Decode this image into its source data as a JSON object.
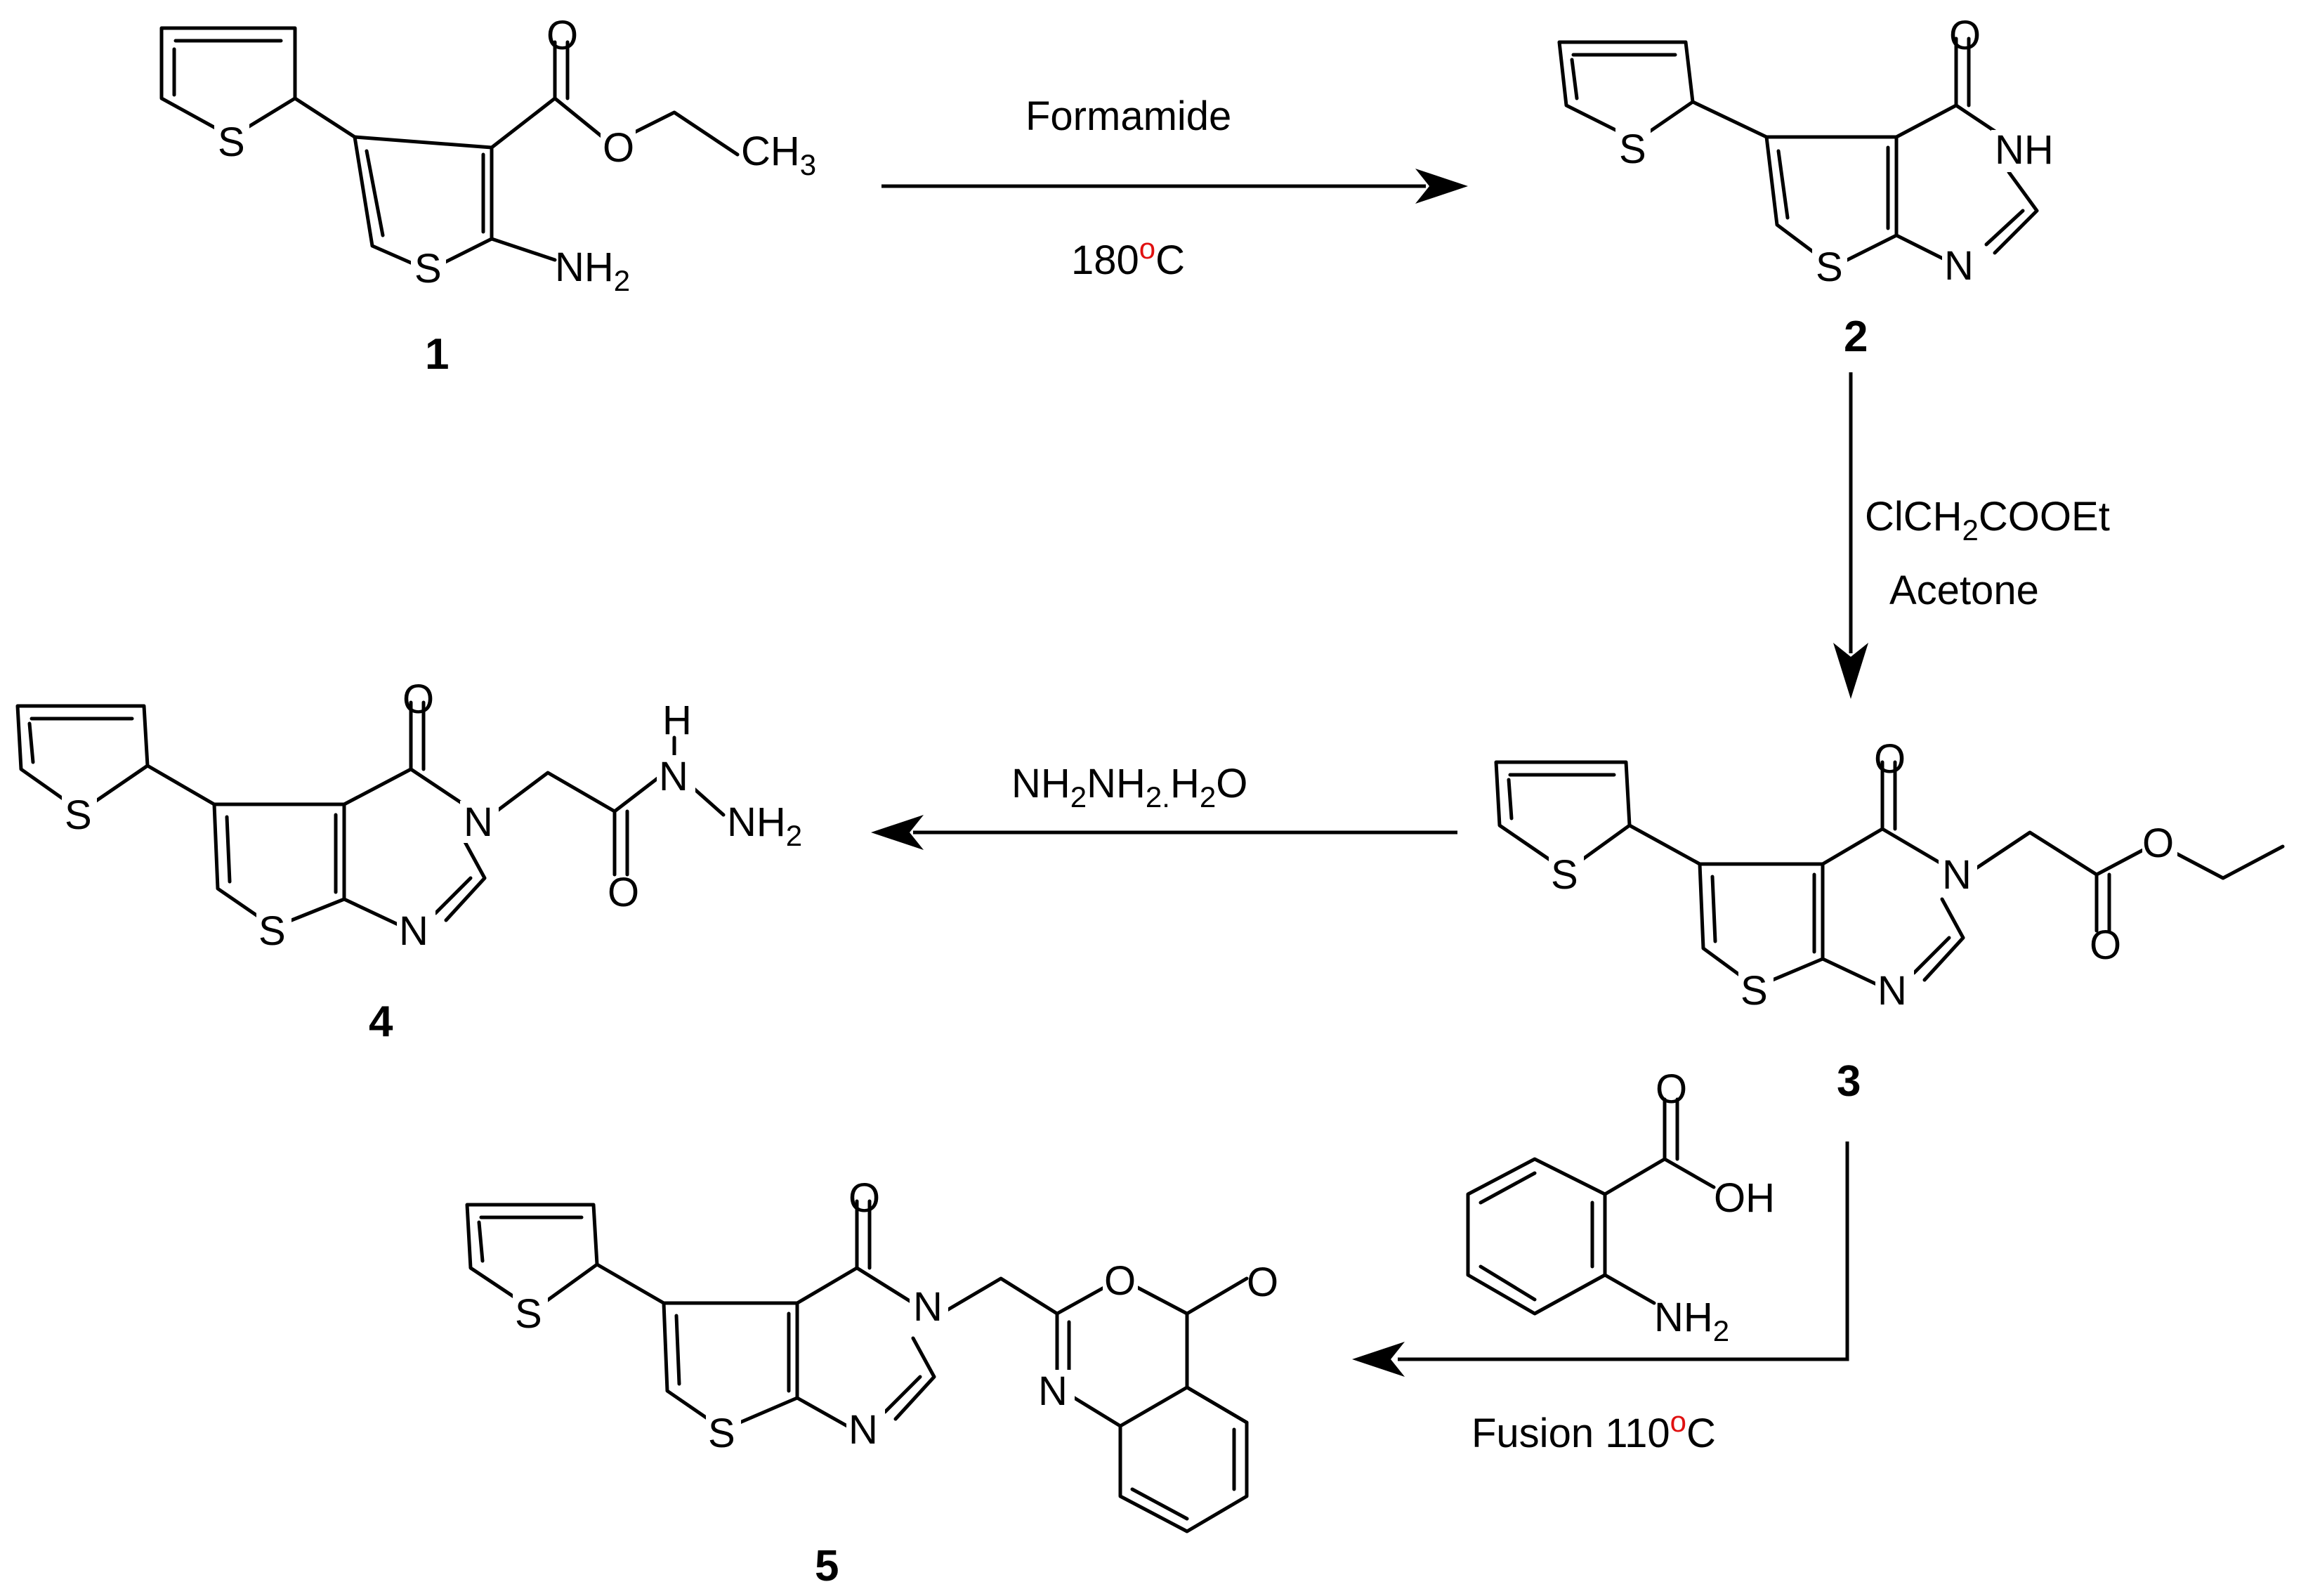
{
  "atoms": {
    "s": "S",
    "o": "O",
    "n": "N",
    "nh": "NH",
    "h": "H",
    "oh": "OH",
    "nh2": "NH",
    "nh2_sub": "2",
    "ch3": "CH",
    "ch3_sub": "3"
  },
  "compounds": {
    "c1": "1",
    "c2": "2",
    "c3": "3",
    "c4": "4",
    "c5": "5"
  },
  "steps": {
    "s1": {
      "reagent": "Formamide",
      "temp_value": "180",
      "temp_degree": "o",
      "temp_unit": "C"
    },
    "s2": {
      "reagent_a": "ClCH",
      "reagent_a_sub": "2",
      "reagent_a_tail": "COOEt",
      "solvent": "Acetone"
    },
    "s3": {
      "p1": "NH",
      "p1_sub": "2",
      "p2": "NH",
      "p2_sub": "2.",
      "p3": "H",
      "p3_sub": "2",
      "p4": "O"
    },
    "s4": {
      "condition": "Fusion 110",
      "temp_degree": "o",
      "temp_unit": "C"
    }
  },
  "colors": {
    "degree_mark": "#e01010",
    "ink": "#000000"
  }
}
